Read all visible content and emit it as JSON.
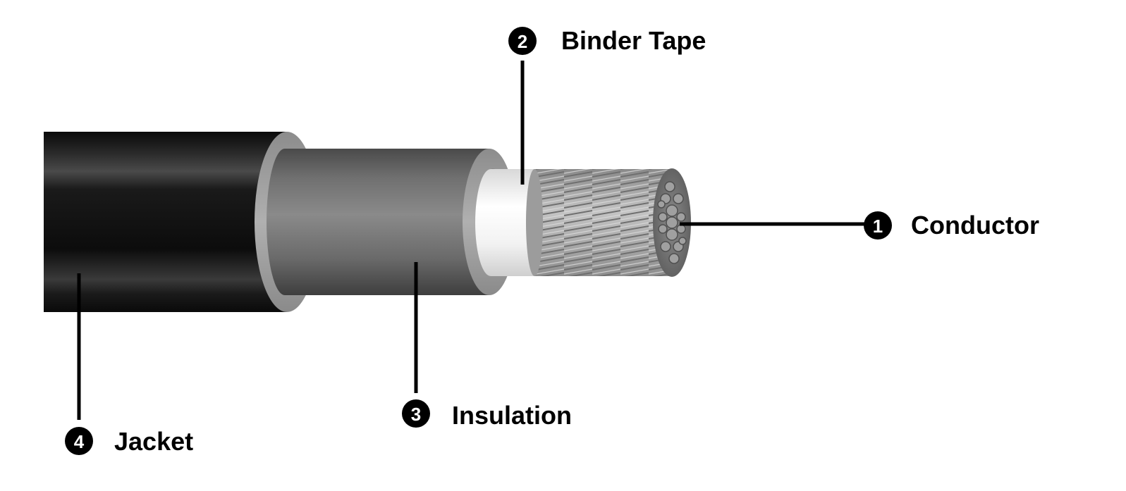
{
  "callouts": [
    {
      "id": "conductor",
      "number": "1",
      "label": "Conductor"
    },
    {
      "id": "binder-tape",
      "number": "2",
      "label": "Binder Tape"
    },
    {
      "id": "insulation",
      "number": "3",
      "label": "Insulation"
    },
    {
      "id": "jacket",
      "number": "4",
      "label": "Jacket"
    }
  ],
  "colors": {
    "jacket": "#0d0d0d",
    "insulation": "#6e6e6e",
    "insulation_ring": "#9a9a9a",
    "binder_tape": "#f3f3f3",
    "conductor": "#a8a8a8",
    "leader": "#000000",
    "badge": "#000000"
  }
}
